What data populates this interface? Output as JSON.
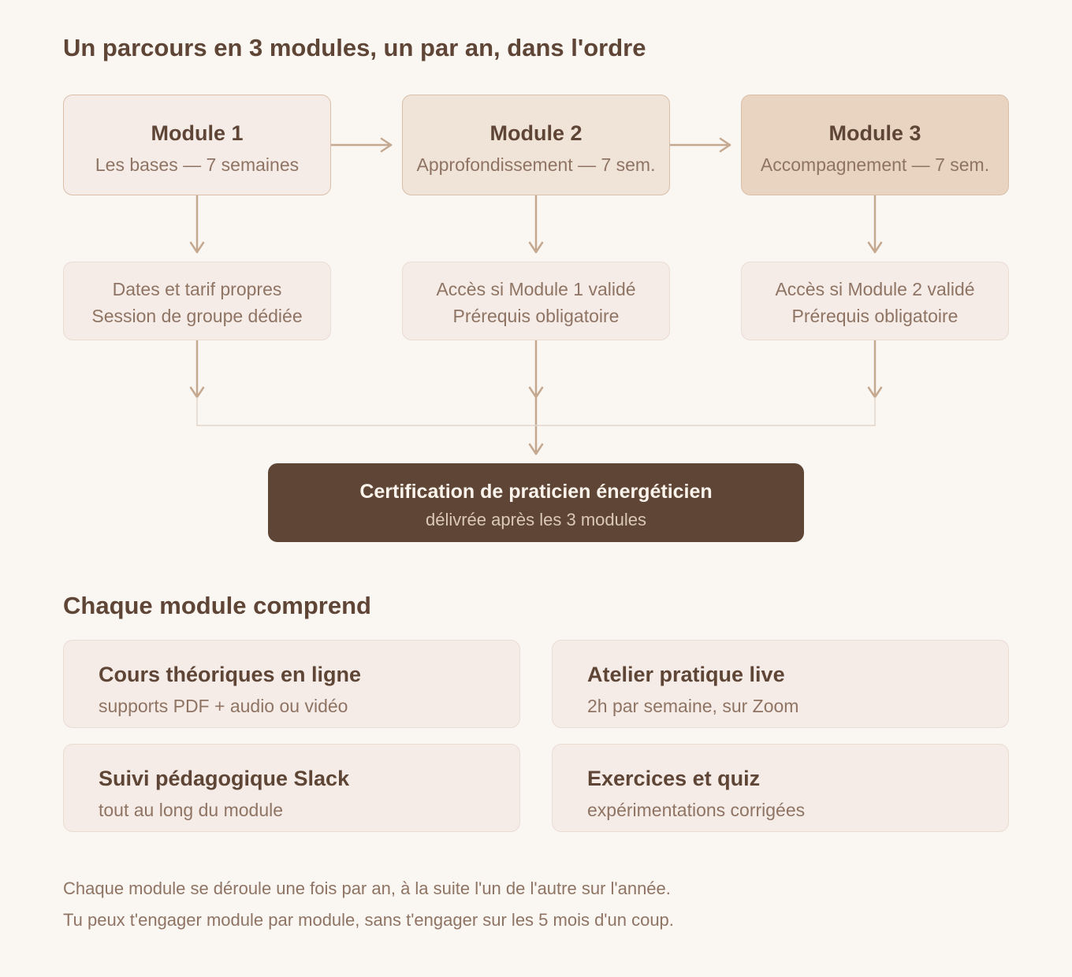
{
  "page": {
    "title": "Un parcours en 3 modules, un par an, dans l'ordre"
  },
  "colors": {
    "background": "#faf6f2",
    "heading": "#5e4535",
    "muted_text": "#8f7464",
    "connector": "#c4a88f",
    "module_1_fill": "#f5ece7",
    "module_2_fill": "#f0e3d8",
    "module_3_fill": "#e8d4c1",
    "certification_fill": "#5e4535"
  },
  "modules": [
    {
      "title": "Module 1",
      "subtitle": "Les bases — 7 semaines"
    },
    {
      "title": "Module 2",
      "subtitle": "Approfondissement — 7 sem."
    },
    {
      "title": "Module 3",
      "subtitle": "Accompagnement — 7 sem."
    }
  ],
  "module_conditions": [
    {
      "line1": "Dates et tarif propres",
      "line2": "Session de groupe dédiée"
    },
    {
      "line1": "Accès si Module 1 validé",
      "line2": "Prérequis obligatoire"
    },
    {
      "line1": "Accès si Module 2 validé",
      "line2": "Prérequis obligatoire"
    }
  ],
  "certification": {
    "title": "Certification de praticien énergéticien",
    "subtitle": "délivrée après les 3 modules"
  },
  "includes": {
    "title": "Chaque module comprend",
    "items": [
      {
        "title": "Cours théoriques en ligne",
        "subtitle": "supports PDF + audio ou vidéo"
      },
      {
        "title": "Atelier pratique live",
        "subtitle": "2h par semaine, sur Zoom"
      },
      {
        "title": "Suivi pédagogique Slack",
        "subtitle": "tout au long du module"
      },
      {
        "title": "Exercices et quiz",
        "subtitle": "expérimentations corrigées"
      }
    ]
  },
  "footnote": {
    "line1": "Chaque module se déroule une fois par an, à la suite l'un de l'autre sur l'année.",
    "line2": "Tu peux t'engager module par module, sans t'engager sur les 5 mois d'un coup."
  }
}
